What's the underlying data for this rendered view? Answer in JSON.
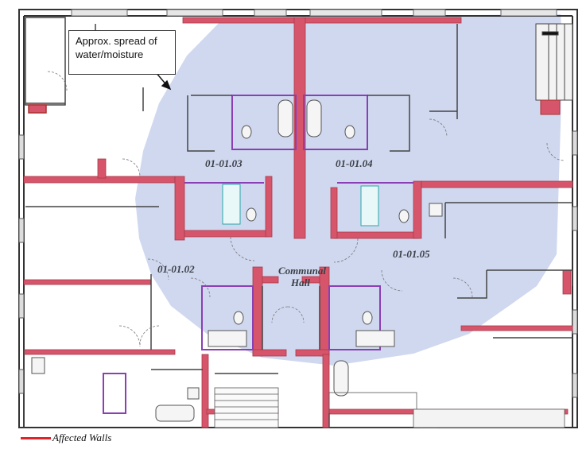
{
  "callout": {
    "line1": "Approx. spread of",
    "line2": "water/moisture"
  },
  "units": {
    "u0103": "01-01.03",
    "u0104": "01-01.04",
    "u0102": "01-01.02",
    "u0105": "01-01.05"
  },
  "communal": {
    "line1": "Communal",
    "line2": "Hall"
  },
  "legend": {
    "label": "Affected Walls",
    "color": "#e0242a"
  },
  "colors": {
    "spread": "#a9b9df",
    "affected_wall": "#d6556a",
    "partition": "#8a3fb5",
    "wall": "#333333"
  }
}
